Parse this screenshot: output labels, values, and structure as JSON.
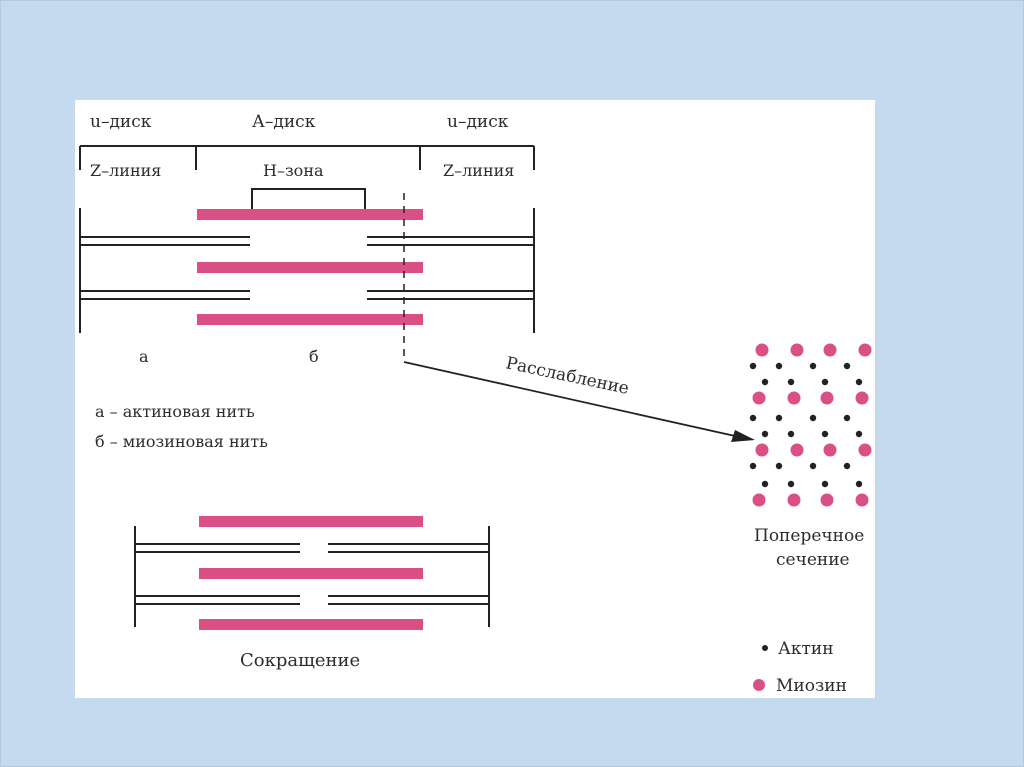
{
  "colors": {
    "background": "#c5d9ef",
    "panel": "#ffffff",
    "myosin": "#d94f86",
    "actin": "#222222",
    "line": "#222222"
  },
  "labels": {
    "i_disk_left": "u–диск",
    "a_disk": "А–диск",
    "i_disk_right": "u–диск",
    "z_line_left": "Z–линия",
    "h_zone": "H–зона",
    "z_line_right": "Z–линия",
    "a": "а",
    "b": "б",
    "relaxation": "Расслабление",
    "legend_a": "а – актиновая нить",
    "legend_b": "б – миозиновая нить",
    "contraction": "Сокращение",
    "cross_section_line1": "Поперечное",
    "cross_section_line2": "сечение",
    "actin": "Актин",
    "myosin": "Миозин"
  }
}
